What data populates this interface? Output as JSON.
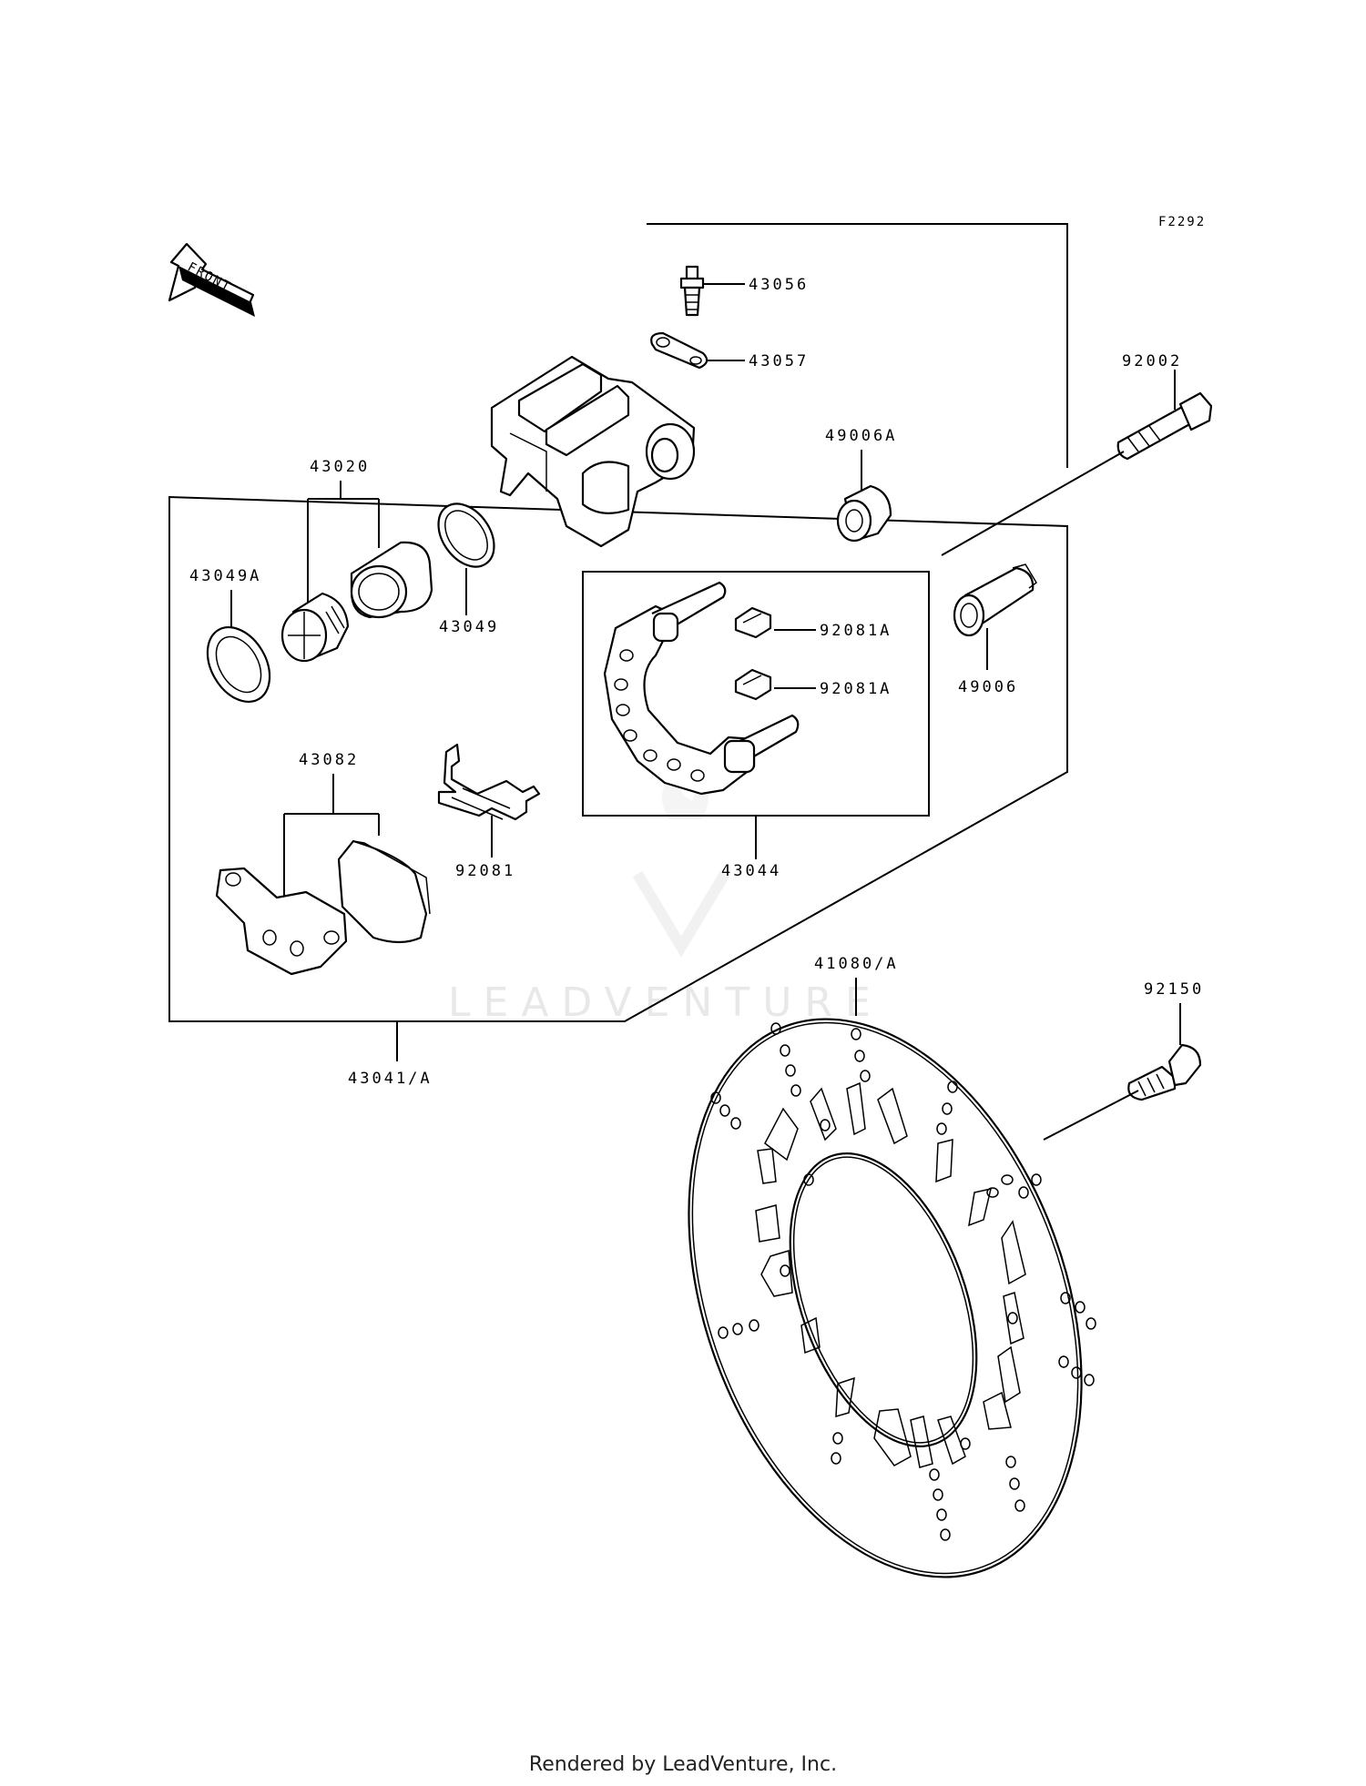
{
  "diagram_code": "F2292",
  "front_label": "FRONT",
  "watermark": "LEADVENTURE",
  "footer": "Rendered by LeadVenture, Inc.",
  "parts": {
    "p43056": "43056",
    "p43057": "43057",
    "p92002": "92002",
    "p43020": "43020",
    "p49006A": "49006A",
    "p43049A": "43049A",
    "p43049": "43049",
    "p92081A_1": "92081A",
    "p92081A_2": "92081A",
    "p49006": "49006",
    "p43082": "43082",
    "p92081": "92081",
    "p43044": "43044",
    "p41080A": "41080/A",
    "p92150": "92150",
    "p43041A": "43041/A"
  }
}
